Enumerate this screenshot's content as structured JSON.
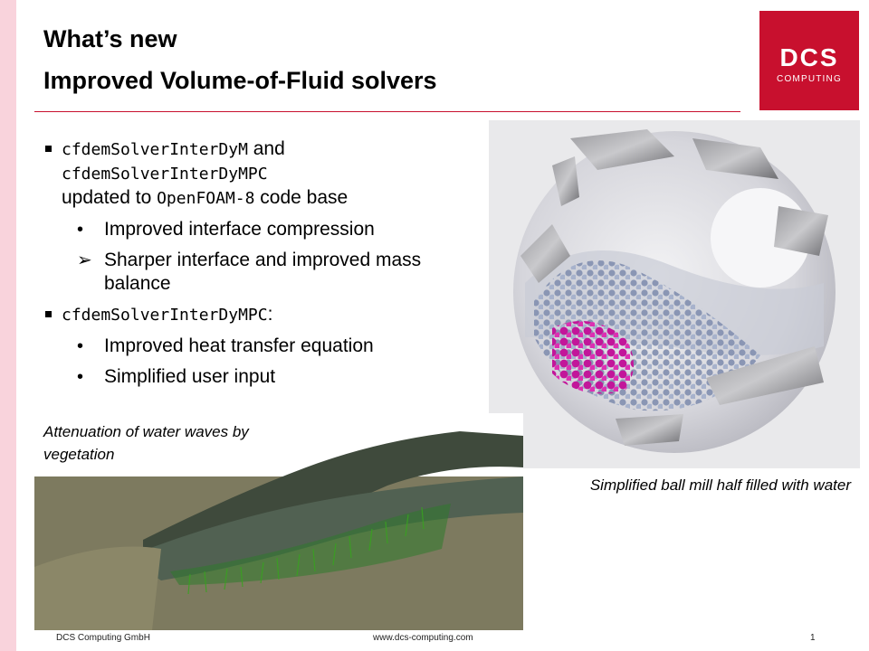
{
  "slide": {
    "title": "What’s new",
    "subtitle": "Improved Volume-of-Fluid solvers"
  },
  "logo": {
    "line1": "DCS",
    "line2": "COMPUTING",
    "color": "#c8102e"
  },
  "bullets": {
    "item1": {
      "solver_a": "cfdemSolverInterDyM",
      "and": " and",
      "solver_b": "cfdemSolverInterDyMPC",
      "updated_prefix": "updated to ",
      "codebase": "OpenFOAM-8",
      "updated_suffix": " code base",
      "sub1": "Improved interface compression",
      "sub2": "Sharper interface and improved mass balance"
    },
    "item2": {
      "solver": "cfdemSolverInterDyMPC",
      "colon": ":",
      "sub1": "Improved heat transfer equation",
      "sub2": "Simplified user input"
    }
  },
  "captions": {
    "mill": "Simplified ball mill half filled with water",
    "waves": "Attenuation of water waves by vegetation"
  },
  "footer": {
    "company": "DCS Computing GmbH",
    "website": "www.dcs-computing.com",
    "page": "1"
  }
}
